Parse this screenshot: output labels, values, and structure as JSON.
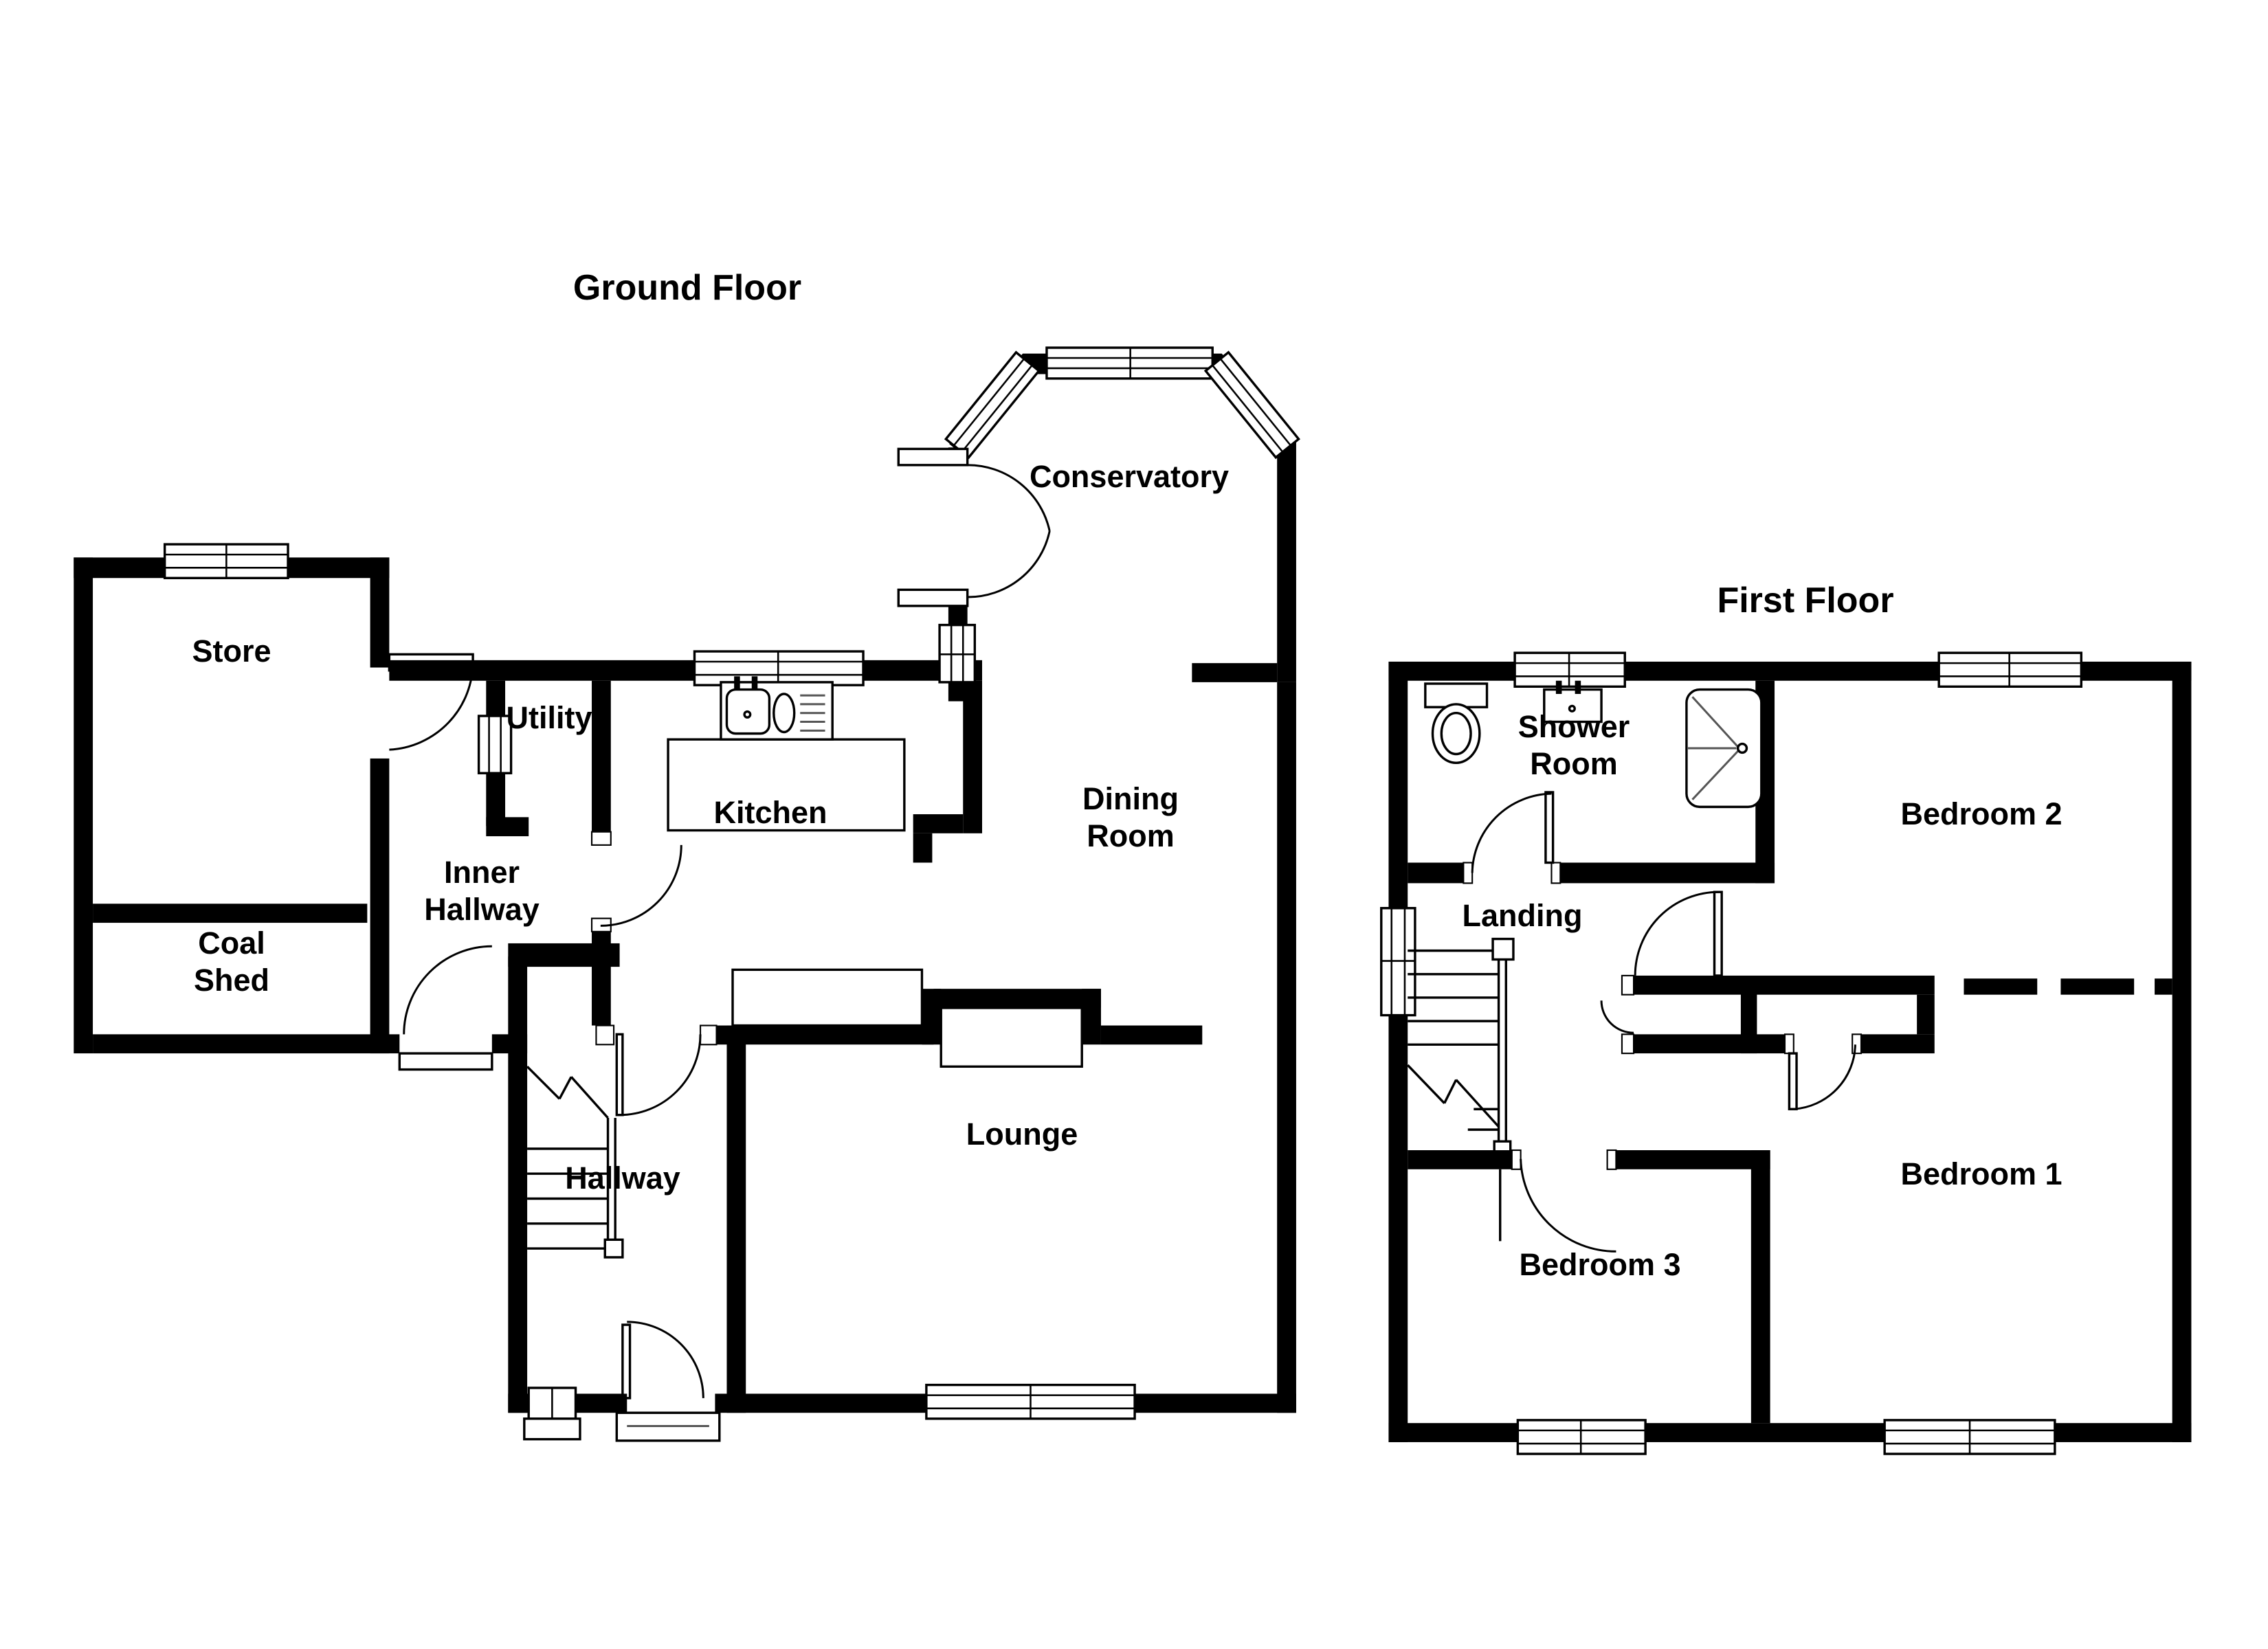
{
  "document": {
    "kind": "estate-agent floor plan",
    "background": "#ffffff",
    "wall_color": "#000000",
    "text_color": "#000000"
  },
  "floors": [
    {
      "title": "Ground Floor",
      "rooms": [
        {
          "label": "Store"
        },
        {
          "label": "Coal\nShed"
        },
        {
          "label": "Inner\nHallway"
        },
        {
          "label": "Utility"
        },
        {
          "label": "Kitchen"
        },
        {
          "label": "Dining\nRoom"
        },
        {
          "label": "Conservatory"
        },
        {
          "label": "Lounge"
        },
        {
          "label": "Hallway"
        }
      ],
      "fixtures": [
        "kitchen-sink-and-drainer",
        "kitchen-counter",
        "staircase",
        "chimney-breast",
        "sideboard-unit"
      ],
      "doors": [
        "store-door",
        "rear-door",
        "kitchen-to-inner-hallway-door",
        "kitchen-to-hallway-door",
        "front-door",
        "conservatory-french-doors"
      ],
      "windows": [
        "store-window",
        "utility-window",
        "kitchen-window",
        "conservatory-bay-windows",
        "conservatory-side-window",
        "hall-window",
        "lounge-window"
      ]
    },
    {
      "title": "First Floor",
      "rooms": [
        {
          "label": "Shower\nRoom"
        },
        {
          "label": "Landing"
        },
        {
          "label": "Bedroom 2"
        },
        {
          "label": "Bedroom 1"
        },
        {
          "label": "Bedroom 3"
        }
      ],
      "fixtures": [
        "toilet",
        "wash-basin",
        "shower-tray",
        "staircase",
        "airing-cupboard"
      ],
      "doors": [
        "shower-room-door",
        "bedroom-2-door",
        "bedroom-1-door",
        "bedroom-3-door",
        "cupboard-door"
      ],
      "windows": [
        "shower-room-window",
        "bedroom-2-window",
        "landing-window",
        "bedroom-3-window",
        "bedroom-1-window"
      ]
    }
  ]
}
